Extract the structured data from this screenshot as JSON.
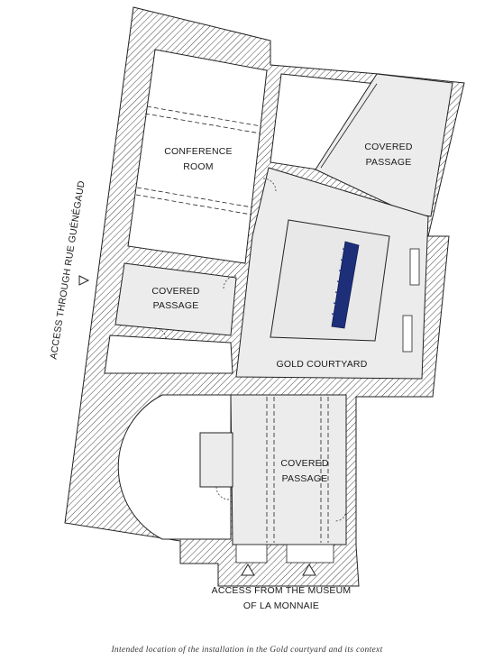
{
  "labels": {
    "conference_room": [
      "CONFERENCE",
      "ROOM"
    ],
    "covered_passage_top": [
      "COVERED",
      "PASSAGE"
    ],
    "covered_passage_left": [
      "COVERED",
      "PASSAGE"
    ],
    "covered_passage_bottom": [
      "COVERED",
      "PASSAGE"
    ],
    "gold_courtyard": "GOLD COURTYARD",
    "access_rue": "ACCESS THROUGH RUE GUÉNÉGAUD",
    "access_museum": [
      "ACCESS FROM THE MUSEUM",
      "OF LA MONNAIE"
    ]
  },
  "caption": "Intended location of the installation in the Gold courtyard and its context",
  "colors": {
    "wall_hatch": "#444444",
    "shaded_floor": "#ececec",
    "installation": "#1e2f7a",
    "line": "#222222"
  }
}
